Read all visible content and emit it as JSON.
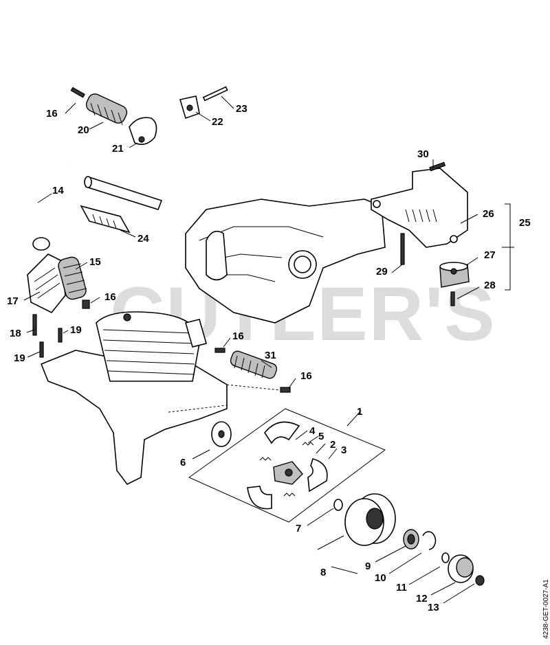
{
  "watermark": "CUTLER'S",
  "drawing_code": "4238-GET-0027-A1",
  "callouts": [
    {
      "id": "c1",
      "text": "1"
    },
    {
      "id": "c2",
      "text": "2"
    },
    {
      "id": "c3",
      "text": "3"
    },
    {
      "id": "c4",
      "text": "4"
    },
    {
      "id": "c5",
      "text": "5"
    },
    {
      "id": "c6",
      "text": "6"
    },
    {
      "id": "c7",
      "text": "7"
    },
    {
      "id": "c8",
      "text": "8"
    },
    {
      "id": "c9",
      "text": "9"
    },
    {
      "id": "c10",
      "text": "10"
    },
    {
      "id": "c11",
      "text": "11"
    },
    {
      "id": "c12",
      "text": "12"
    },
    {
      "id": "c13",
      "text": "13"
    },
    {
      "id": "c14",
      "text": "14"
    },
    {
      "id": "c15",
      "text": "15"
    },
    {
      "id": "c16a",
      "text": "16"
    },
    {
      "id": "c16b",
      "text": "16"
    },
    {
      "id": "c16c",
      "text": "16"
    },
    {
      "id": "c16d",
      "text": "16"
    },
    {
      "id": "c17",
      "text": "17"
    },
    {
      "id": "c18",
      "text": "18"
    },
    {
      "id": "c19a",
      "text": "19"
    },
    {
      "id": "c19b",
      "text": "19"
    },
    {
      "id": "c20",
      "text": "20"
    },
    {
      "id": "c21",
      "text": "21"
    },
    {
      "id": "c22",
      "text": "22"
    },
    {
      "id": "c23",
      "text": "23"
    },
    {
      "id": "c24",
      "text": "24"
    },
    {
      "id": "c25",
      "text": "25"
    },
    {
      "id": "c26",
      "text": "26"
    },
    {
      "id": "c27",
      "text": "27"
    },
    {
      "id": "c28",
      "text": "28"
    },
    {
      "id": "c29",
      "text": "29"
    },
    {
      "id": "c30",
      "text": "30"
    },
    {
      "id": "c31",
      "text": "31"
    }
  ]
}
